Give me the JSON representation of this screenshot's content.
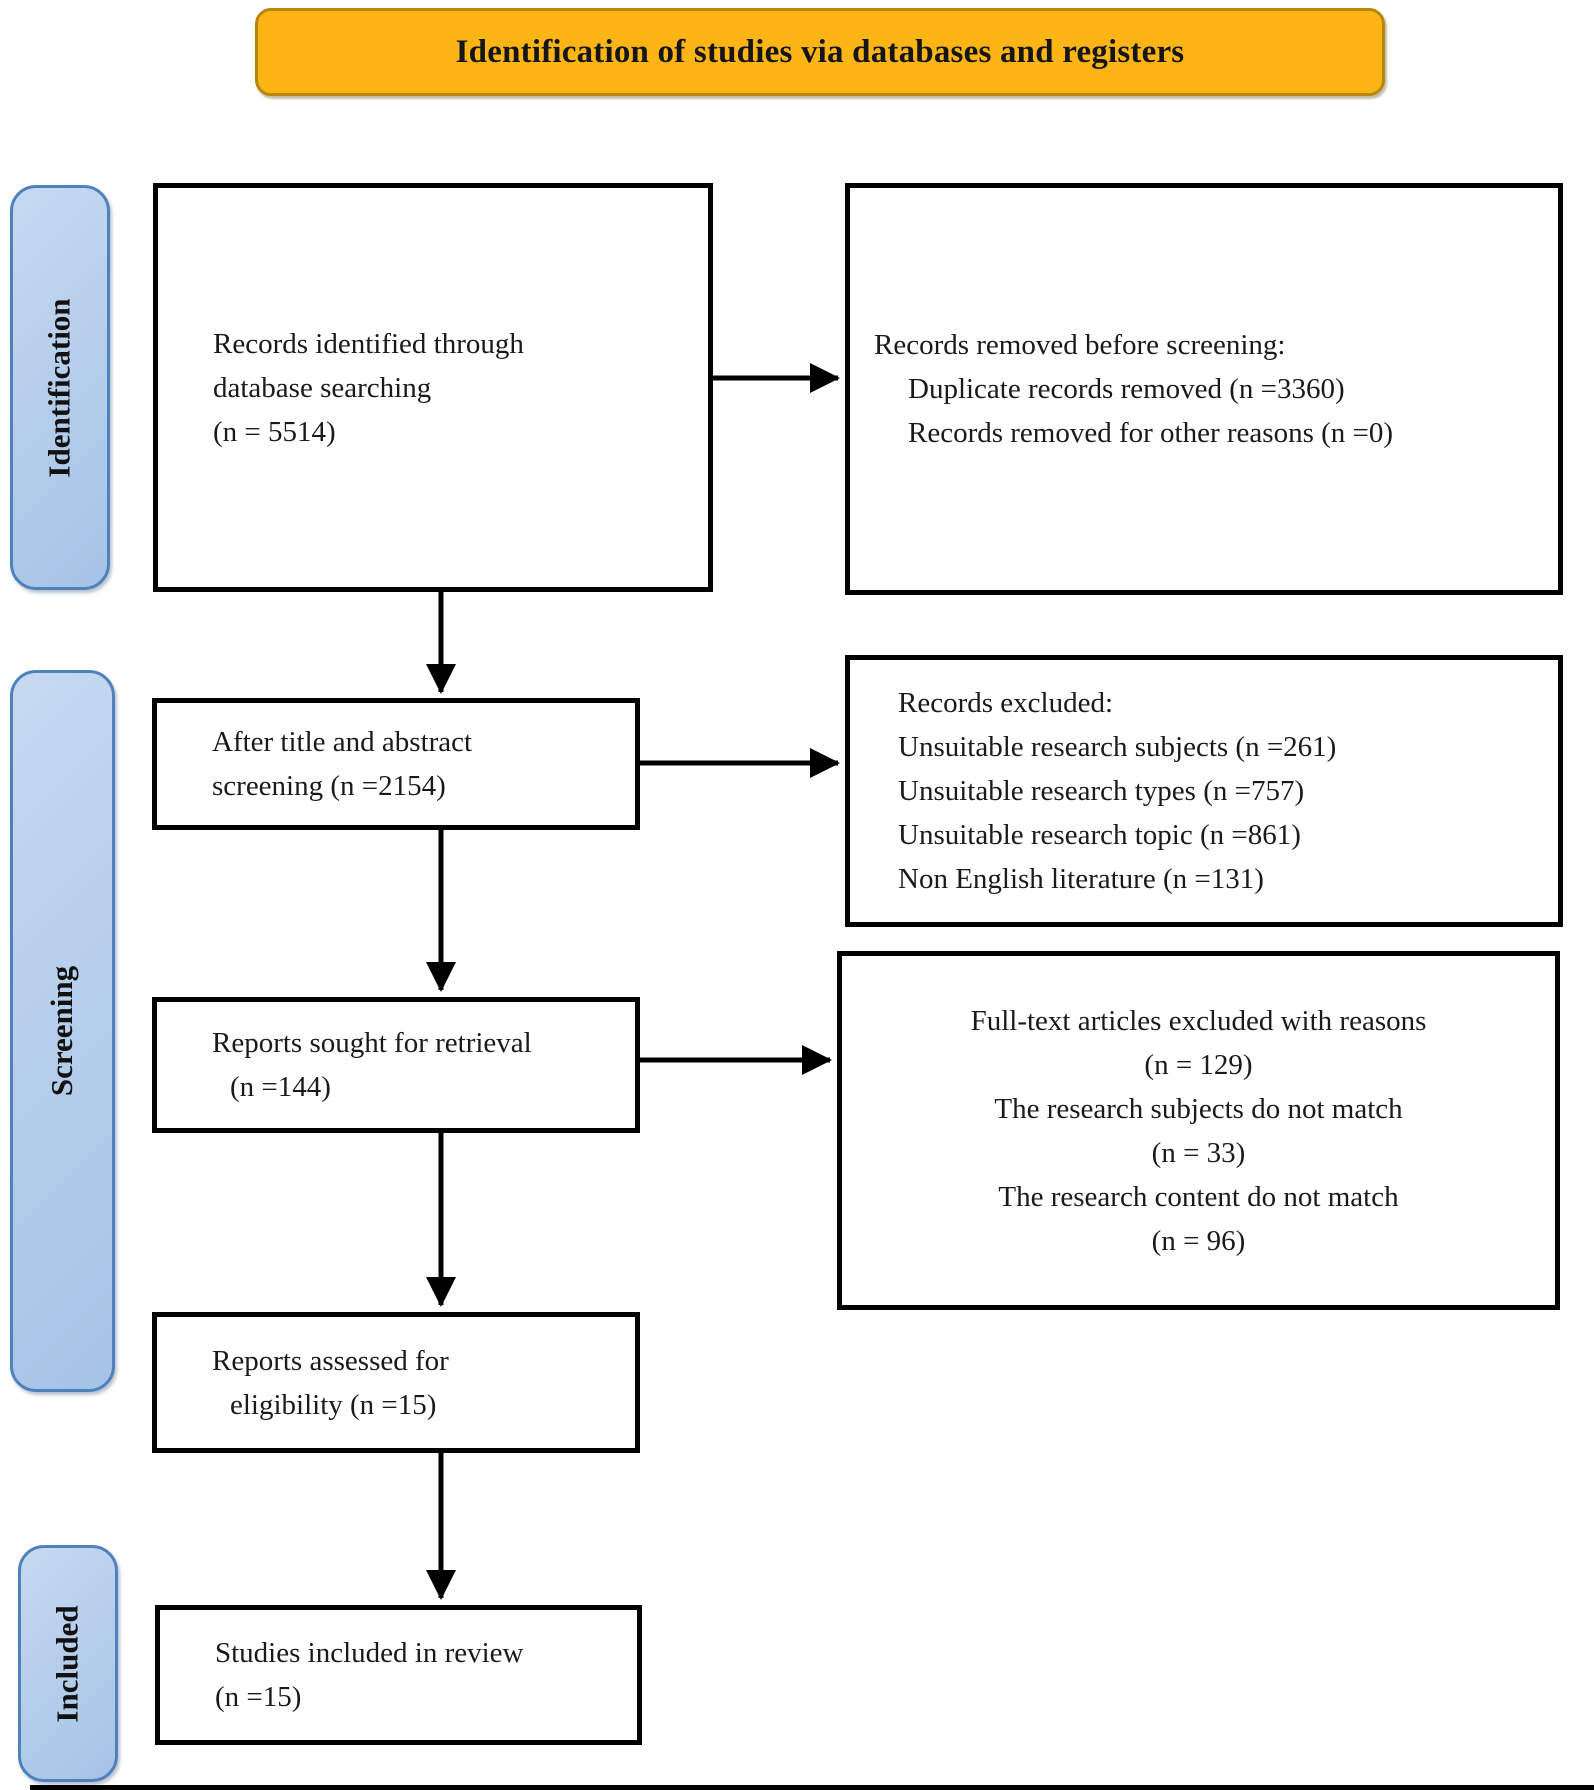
{
  "title": "Identification of studies via databases and registers",
  "stages": [
    {
      "label": "Identification"
    },
    {
      "label": "Screening"
    },
    {
      "label": "Included"
    }
  ],
  "boxes": {
    "records_identified": {
      "lines": [
        "Records identified through",
        "database searching",
        "(n = 5514)"
      ]
    },
    "records_removed": {
      "lines": [
        "Records removed before screening:",
        "Duplicate records removed (n =3360)",
        "Records removed for other reasons (n =0)"
      ]
    },
    "title_abstract_screening": {
      "lines": [
        "After title and abstract",
        "screening (n =2154)"
      ]
    },
    "records_excluded": {
      "lines": [
        "Records excluded:",
        "Unsuitable research subjects (n =261)",
        "Unsuitable research types (n =757)",
        "Unsuitable research topic (n =861)",
        "Non English literature (n =131)"
      ]
    },
    "reports_sought": {
      "lines": [
        "Reports sought for retrieval",
        "(n =144)"
      ]
    },
    "fulltext_excluded": {
      "lines": [
        "Full-text articles excluded with reasons",
        "(n = 129)",
        "The research subjects do not match",
        "(n = 33)",
        "The research content do not match",
        "(n = 96)"
      ]
    },
    "reports_assessed": {
      "lines": [
        "Reports assessed for",
        "eligibility (n =15)"
      ]
    },
    "studies_included": {
      "lines": [
        "Studies included in review",
        "(n =15)"
      ]
    }
  },
  "colors": {
    "banner_fill": "#fdb515",
    "banner_border": "#b8860b",
    "banner_text": "#151515",
    "stage_fill_top": "#c6d9f1",
    "stage_fill_bottom": "#a5c3e6",
    "stage_border": "#4f81bd",
    "box_bg": "#ffffff",
    "box_border": "#000000",
    "arrow_color": "#000000",
    "text_color": "#1a1a1a"
  }
}
